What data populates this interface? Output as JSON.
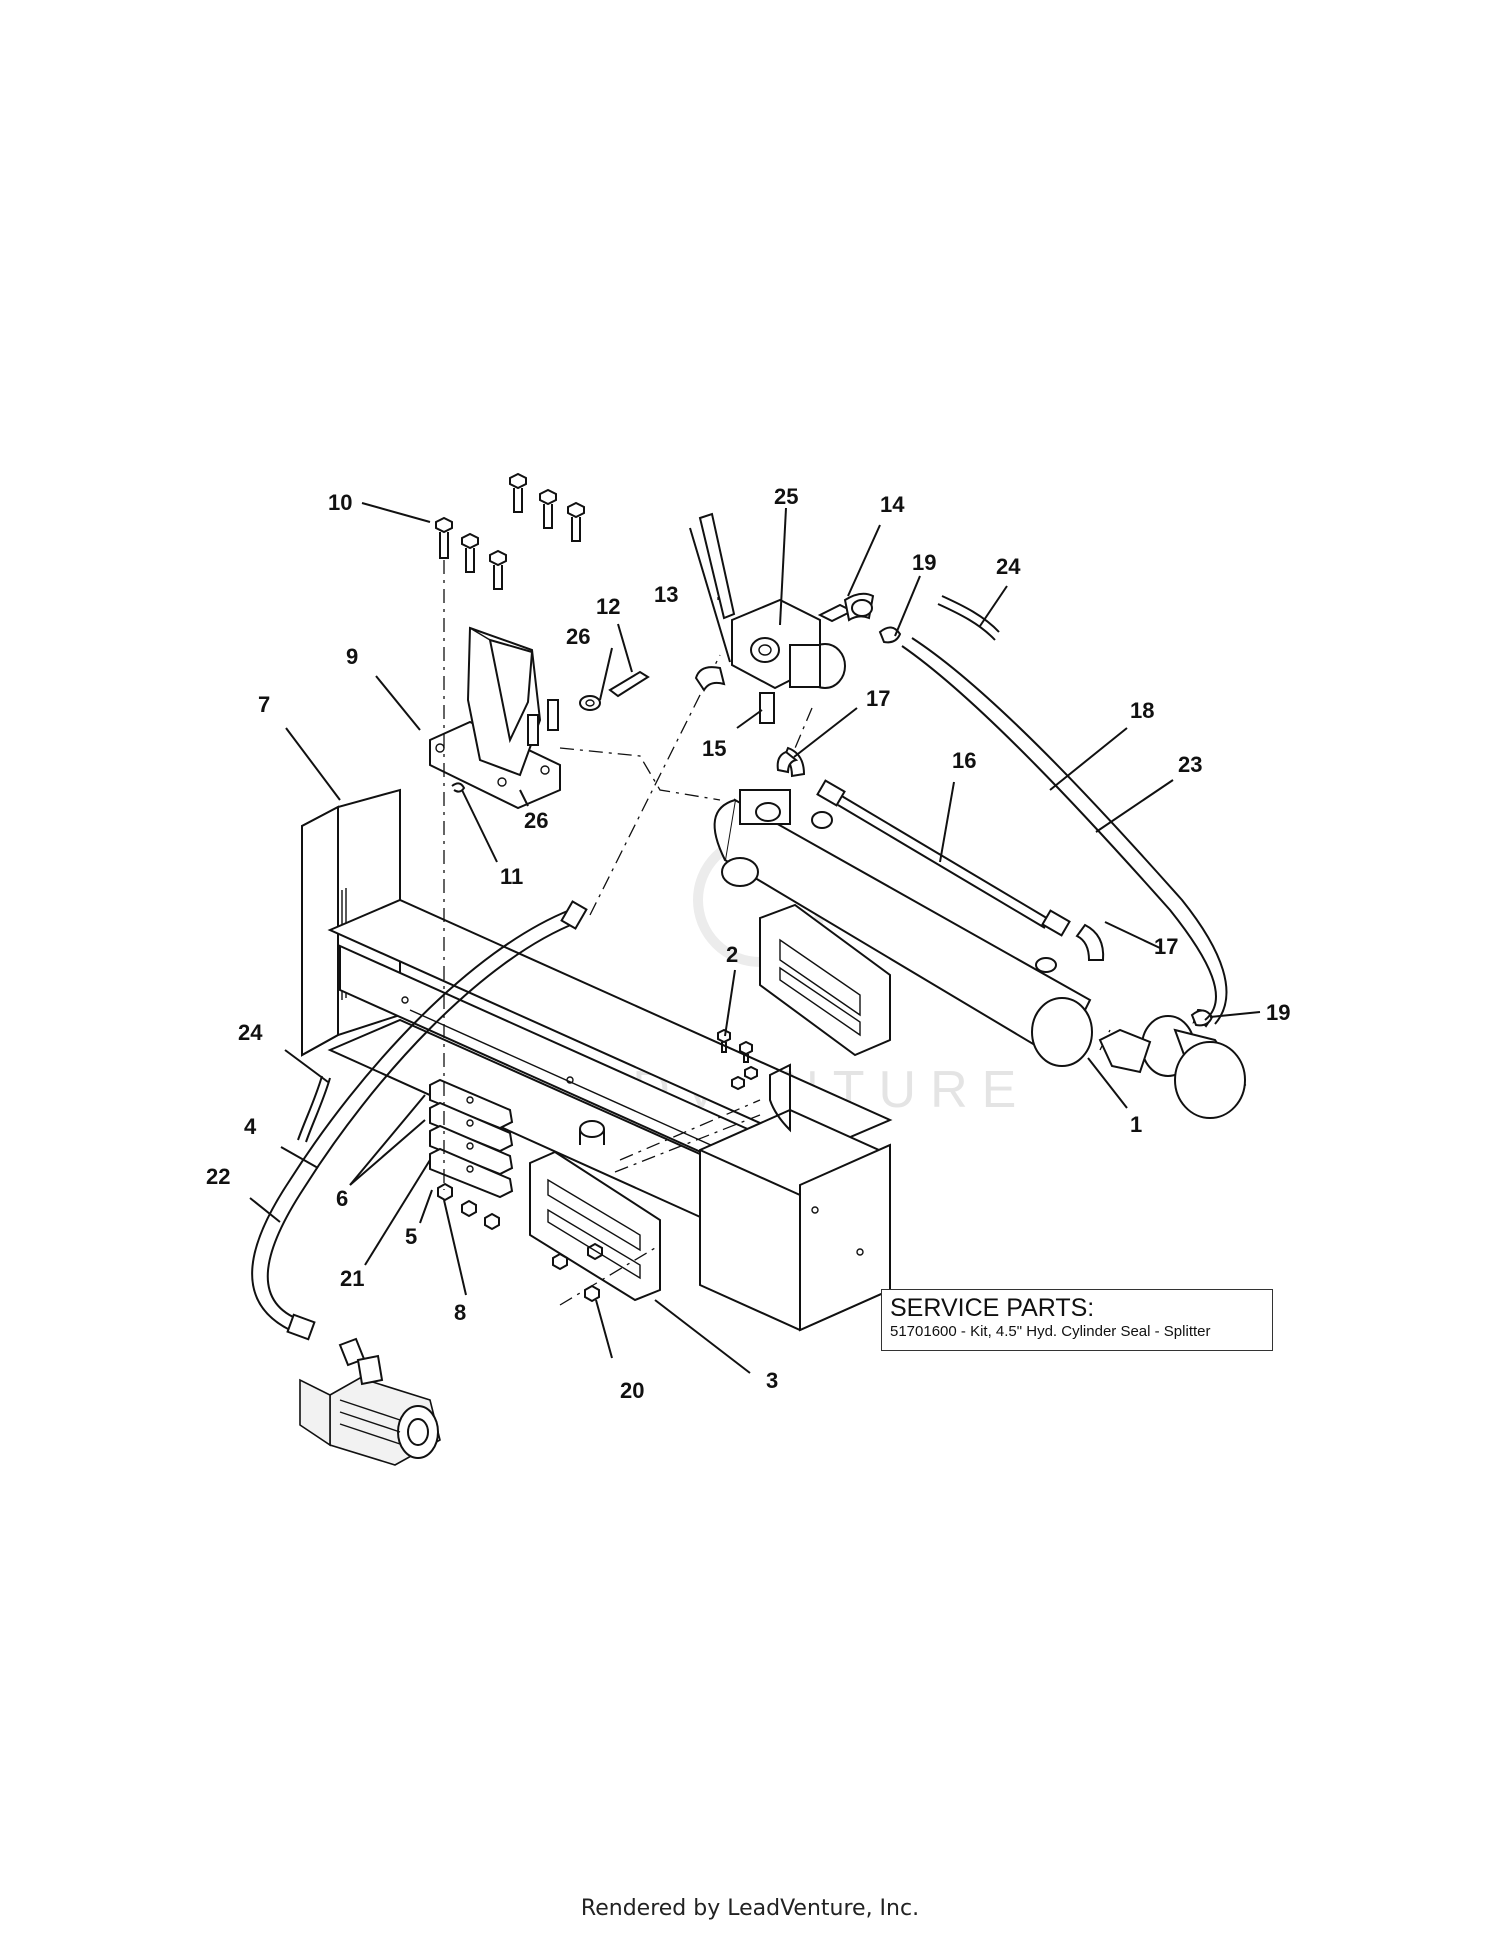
{
  "callouts": [
    {
      "n": "1"
    },
    {
      "n": "2"
    },
    {
      "n": "3"
    },
    {
      "n": "4"
    },
    {
      "n": "5"
    },
    {
      "n": "6"
    },
    {
      "n": "7"
    },
    {
      "n": "8"
    },
    {
      "n": "9"
    },
    {
      "n": "10"
    },
    {
      "n": "11"
    },
    {
      "n": "12"
    },
    {
      "n": "13"
    },
    {
      "n": "14"
    },
    {
      "n": "15"
    },
    {
      "n": "16"
    },
    {
      "n": "17"
    },
    {
      "n": "17"
    },
    {
      "n": "18"
    },
    {
      "n": "19"
    },
    {
      "n": "19"
    },
    {
      "n": "20"
    },
    {
      "n": "21"
    },
    {
      "n": "22"
    },
    {
      "n": "23"
    },
    {
      "n": "24"
    },
    {
      "n": "24"
    },
    {
      "n": "25"
    },
    {
      "n": "26"
    },
    {
      "n": "26"
    }
  ],
  "service_parts": {
    "title": "SERVICE PARTS:",
    "line": "51701600 - Kit, 4.5\" Hyd. Cylinder Seal - Splitter"
  },
  "watermark": "LEADVENTURE",
  "footer": "Rendered by LeadVenture, Inc."
}
